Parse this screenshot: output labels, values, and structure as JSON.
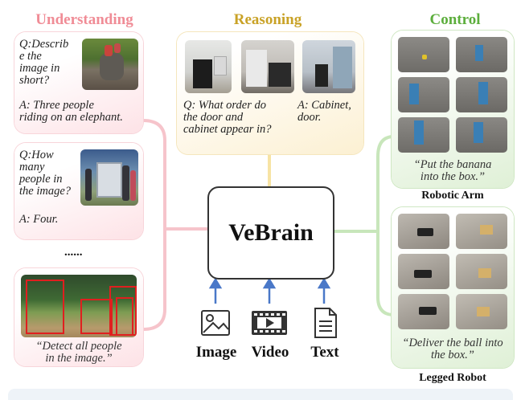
{
  "headings": {
    "understanding": "Understanding",
    "reasoning": "Reasoning",
    "control": "Control"
  },
  "colors": {
    "understanding": "#f08c96",
    "reasoning": "#c9a227",
    "control": "#6cbf4a",
    "understanding_bg": "#fde9ec",
    "reasoning_bg": "#fdf5de",
    "control_bg": "#e8f5e2",
    "arrow": "#4a78c8"
  },
  "understanding": {
    "card1": {
      "question": "Q:Describe the image in short?",
      "q_lines": [
        "Q:Describ",
        "e the",
        "image in",
        "short?"
      ],
      "answer_lines": [
        "A: Three people",
        "riding on an elephant."
      ]
    },
    "card2": {
      "q_lines": [
        "Q:How",
        "many",
        "people in",
        "the image?"
      ],
      "answer": "A: Four."
    },
    "ellipsis": "......",
    "card3": {
      "caption_lines": [
        "“Detect all people",
        "in the image.”"
      ]
    }
  },
  "reasoning": {
    "question_lines": [
      "Q: What order do",
      "the door and",
      "cabinet appear in?"
    ],
    "answer_lines": [
      "A: Cabinet,",
      "door."
    ]
  },
  "control": {
    "arm_caption_lines": [
      "“Put the banana",
      "into the box.”"
    ],
    "arm_label": "Robotic Arm",
    "legged_caption_lines": [
      "“Deliver the ball into",
      "the box.”"
    ],
    "legged_label": "Legged Robot"
  },
  "center": {
    "title": "VeBrain"
  },
  "modalities": {
    "image": "Image",
    "video": "Video",
    "text": "Text"
  },
  "icons": [
    "image-icon",
    "video-icon",
    "text-document-icon"
  ]
}
